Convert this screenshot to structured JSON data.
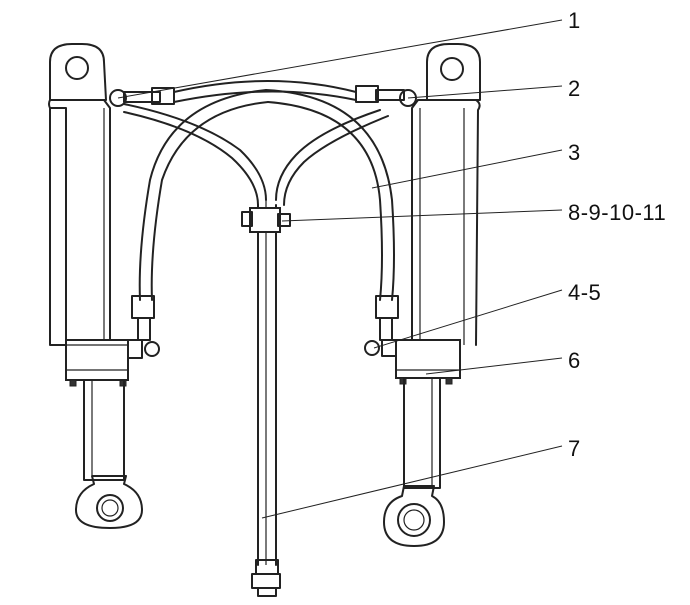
{
  "callouts": [
    {
      "id": "1",
      "text": "1"
    },
    {
      "id": "2",
      "text": "2"
    },
    {
      "id": "3",
      "text": "3"
    },
    {
      "id": "8-9-10-11",
      "text": "8-9-10-11"
    },
    {
      "id": "4-5",
      "text": "4-5"
    },
    {
      "id": "6",
      "text": "6"
    },
    {
      "id": "7",
      "text": "7"
    }
  ],
  "colors": {
    "line": "#222222",
    "background": "#ffffff"
  }
}
